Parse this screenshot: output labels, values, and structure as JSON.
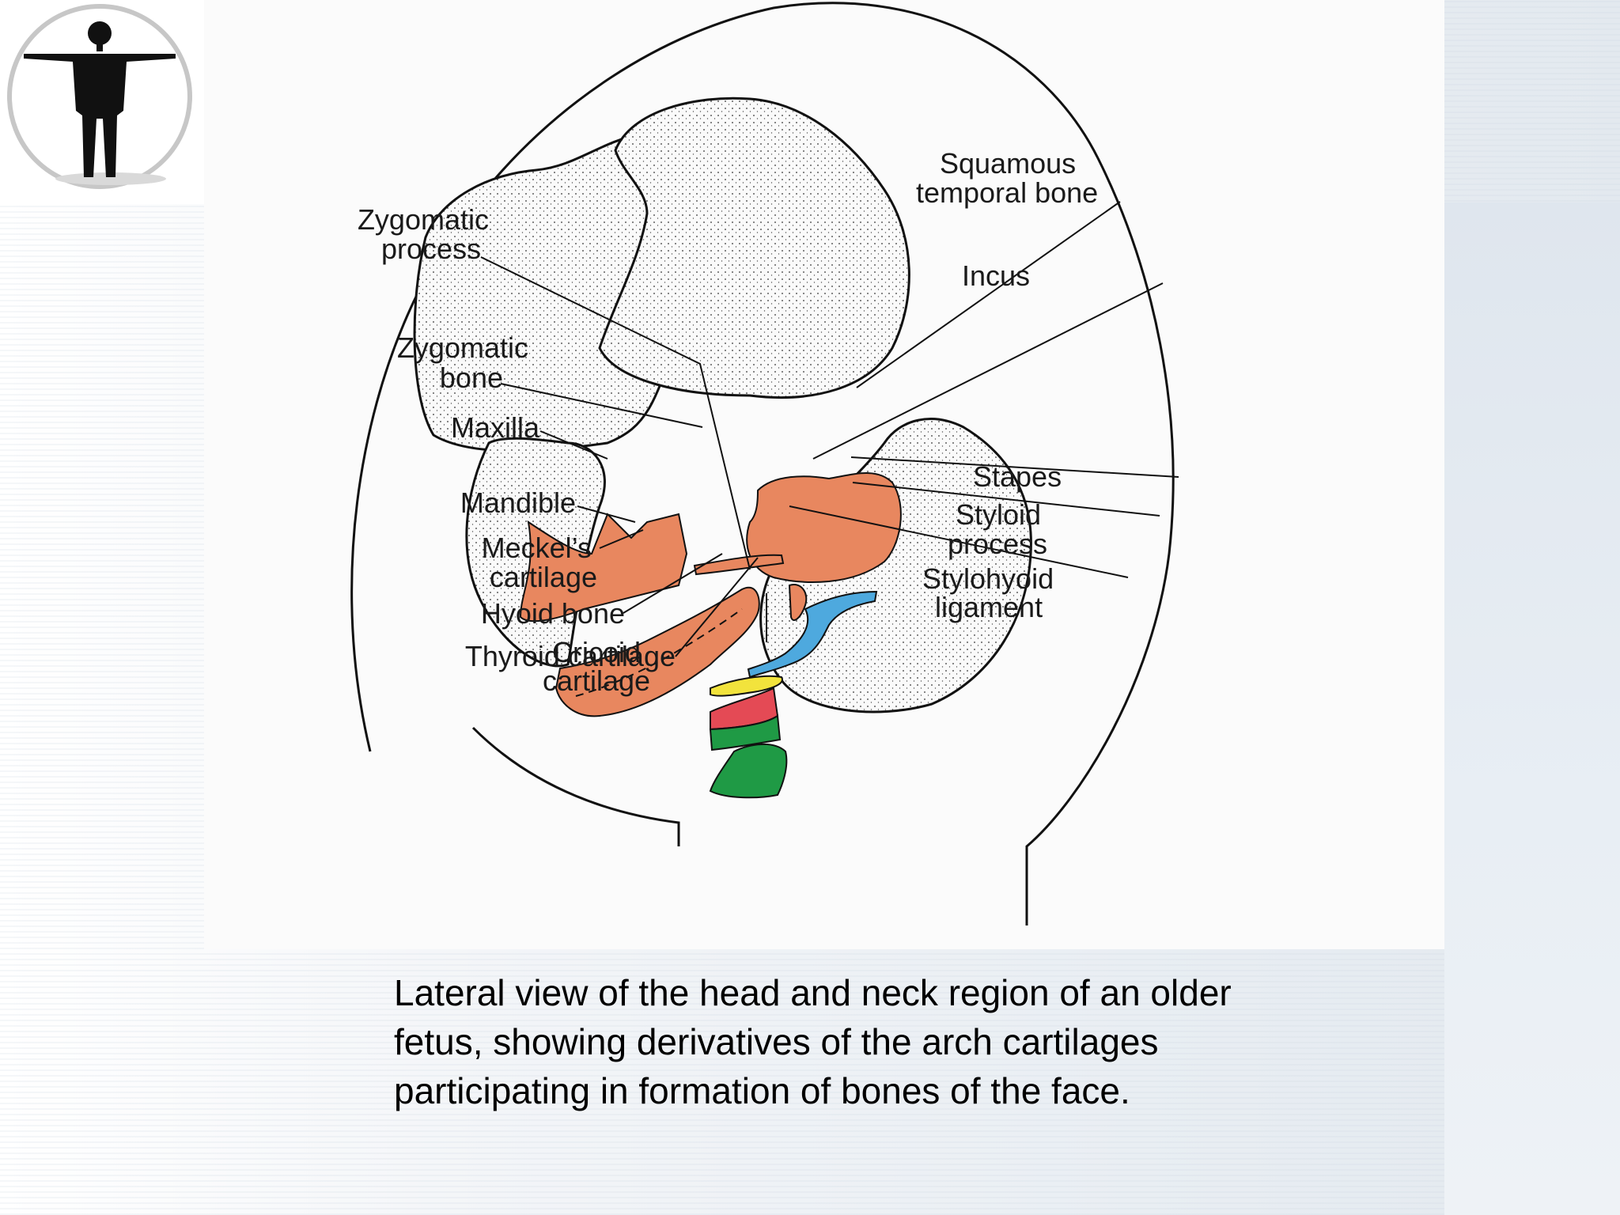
{
  "colors": {
    "bone_orange": "#e8875f",
    "cartilage_blue": "#4ea9de",
    "hyoid_yellow": "#f2e33c",
    "thyroid_red": "#e44a55",
    "thyroid_green": "#1f9a45",
    "stipple": "#f5f5f5"
  },
  "labels": {
    "zygomatic_process": [
      "Zygomatic",
      "process"
    ],
    "zygomatic_bone": [
      "Zygomatic",
      "bone"
    ],
    "maxilla": [
      "Maxilla"
    ],
    "mandible": [
      "Mandible"
    ],
    "meckels_cartilage": [
      "Meckel’s",
      "cartilage"
    ],
    "hyoid_bone": [
      "Hyoid bone"
    ],
    "thyroid_cartilage": [
      "Thyroid cartilage"
    ],
    "cricoid_cartilage": [
      "Cricoid",
      "cartilage"
    ],
    "squamous_temporal_bone": [
      "Squamous",
      "temporal bone"
    ],
    "incus": [
      "Incus"
    ],
    "stapes": [
      "Stapes"
    ],
    "styloid_process": [
      "Styloid",
      "process"
    ],
    "stylohyoid_ligament": [
      "Stylohyoid",
      "ligament"
    ]
  },
  "caption": "Lateral view of the head and neck region of an older fetus, showing derivatives of the arch cartilages participating in formation of bones of the face.",
  "logo_icon": "human-figure-icon"
}
